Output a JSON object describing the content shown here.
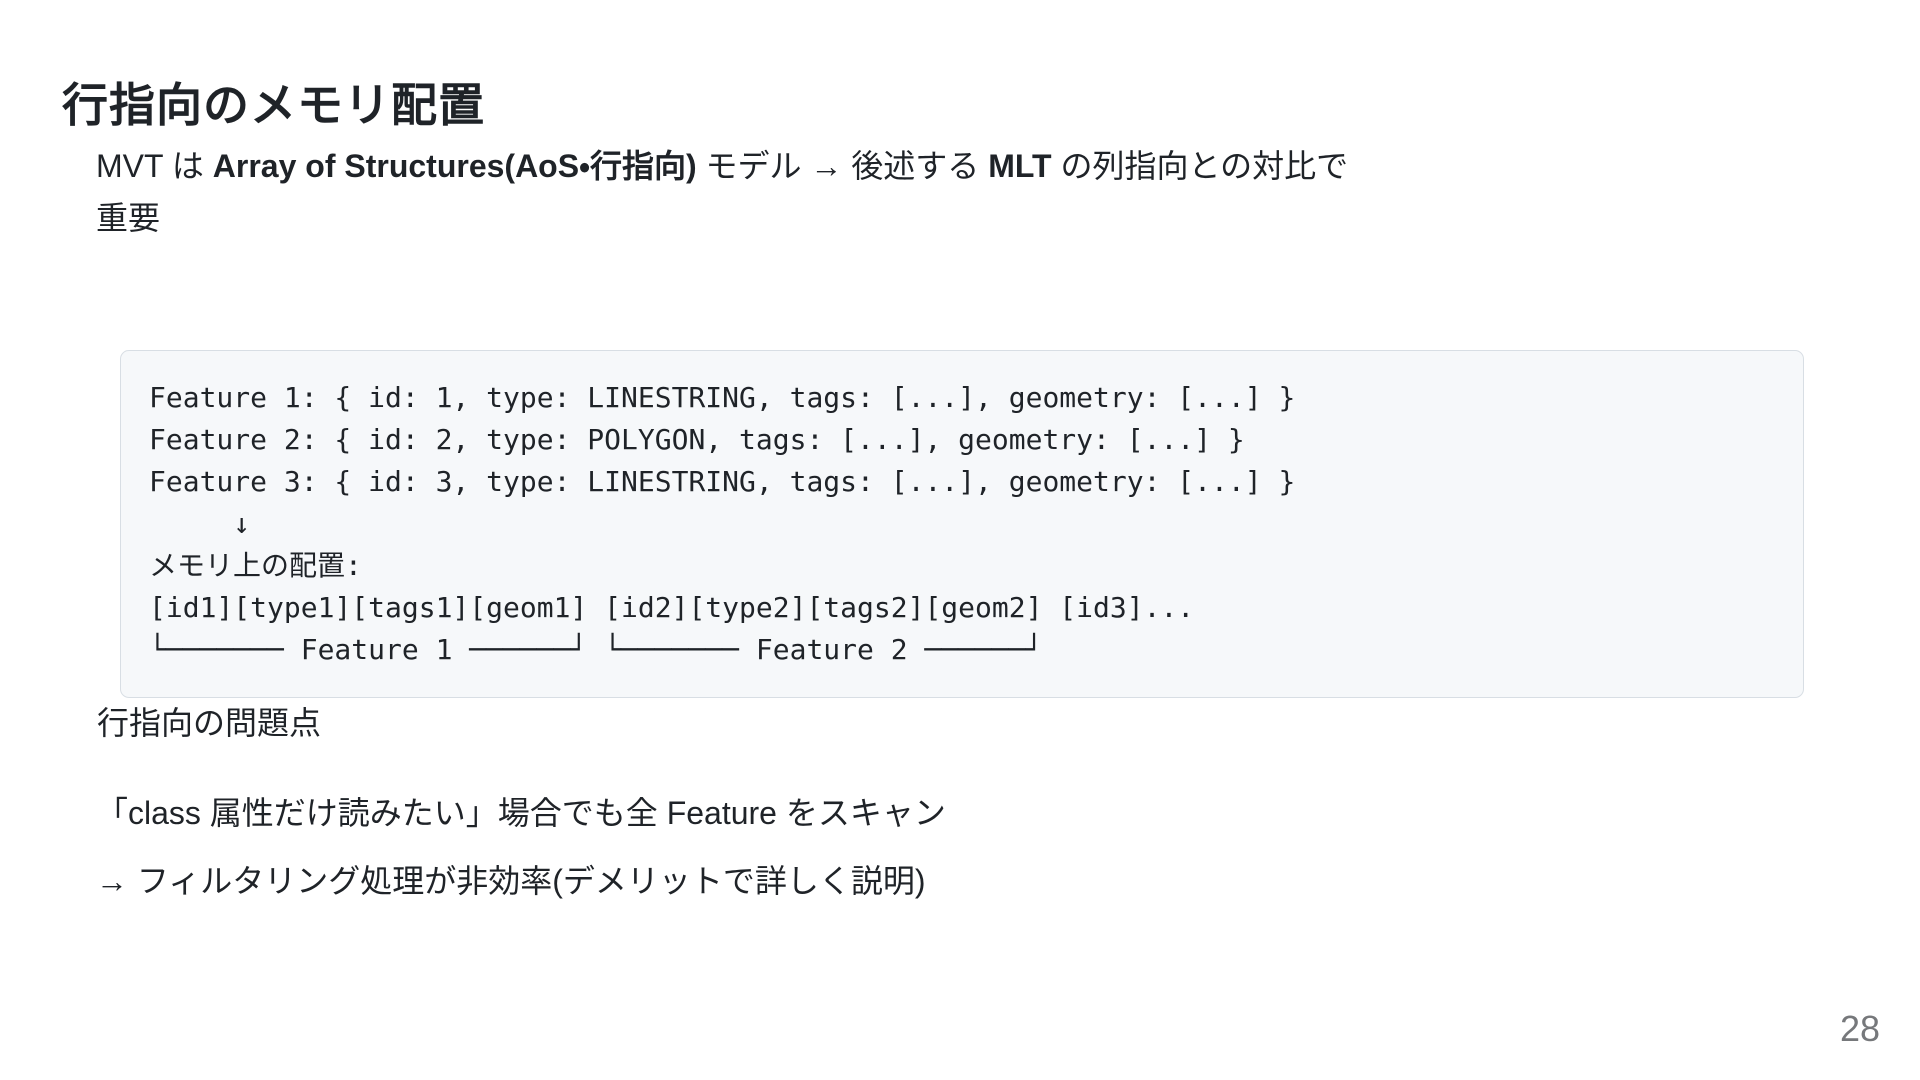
{
  "slide": {
    "title": "行指向のメモリ配置",
    "page_number": "28"
  },
  "intro": {
    "seg_pre": "MVT は ",
    "seg_bold_1": "Array of Structures(AoS・行指向)",
    "seg_mid": " モデル → 後述する ",
    "seg_bold_2": "MLT",
    "seg_post": " の列指向との対比で",
    "line_2": "重要"
  },
  "code_block": {
    "lines": [
      "Feature 1: { id: 1, type: LINESTRING, tags: [...], geometry: [...] }",
      "Feature 2: { id: 2, type: POLYGON, tags: [...], geometry: [...] }",
      "Feature 3: { id: 3, type: LINESTRING, tags: [...], geometry: [...] }",
      "     ↓",
      "メモリ上の配置:",
      "[id1][type1][tags1][geom1] [id2][type2][tags2][geom2] [id3]...",
      "└─────── Feature 1 ──────┘ └─────── Feature 2 ──────┘"
    ]
  },
  "problem": {
    "heading": "行指向の問題点",
    "line_1": "「class 属性だけ読みたい」場合でも全 Feature をスキャン",
    "line_2": "→ フィルタリング処理が非効率(デメリットで詳しく説明)"
  },
  "colors": {
    "text": "#1f2328",
    "code_background": "#f6f8fa",
    "code_border": "#d8dee4",
    "page_number": "#76787b",
    "background": "#ffffff"
  }
}
